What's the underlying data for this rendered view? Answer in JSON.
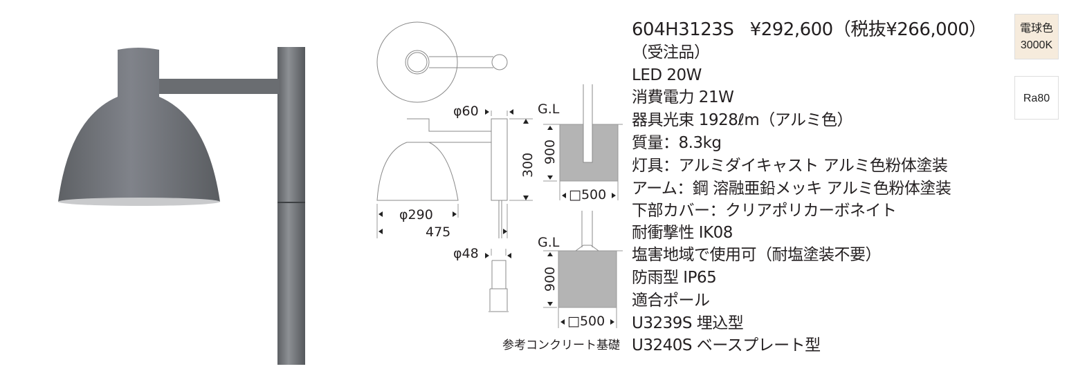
{
  "product": {
    "model": "604H3123S",
    "price": "¥292,600",
    "price_excl_tax": "（税抜¥266,000）",
    "specs": [
      "（受注品）",
      "LED 20W",
      "消費電力 21W",
      "器具光束 1928ℓm（アルミ色）",
      "質量：8.3kg",
      "灯具：アルミダイキャスト アルミ色粉体塗装",
      "アーム：鋼 溶融亜鉛メッキ アルミ色粉体塗装",
      "下部カバー：クリアポリカーボネイト",
      "耐衝撃性 IK08",
      "塩害地域で使用可（耐塩塗装不要）",
      "防雨型 IP65",
      "適合ポール",
      "U3239S 埋込型",
      "U3240S ベースプレート型"
    ]
  },
  "badges": {
    "color_temp_name": "電球色",
    "color_temp": "3000K",
    "cri": "Ra80"
  },
  "diagram": {
    "phi60": "φ60",
    "h300": "300",
    "phi290": "φ290",
    "w475": "475",
    "phi48": "φ48",
    "gl1": "G.L",
    "depth1": "900",
    "width1": "□500",
    "gl2": "G.L",
    "depth2": "900",
    "width2": "□500",
    "caption": "参考コンクリート基礎"
  },
  "colors": {
    "badge_bg": "#f6ebdc",
    "concrete": "#b4b4b4",
    "lamp": "#6e7073"
  }
}
